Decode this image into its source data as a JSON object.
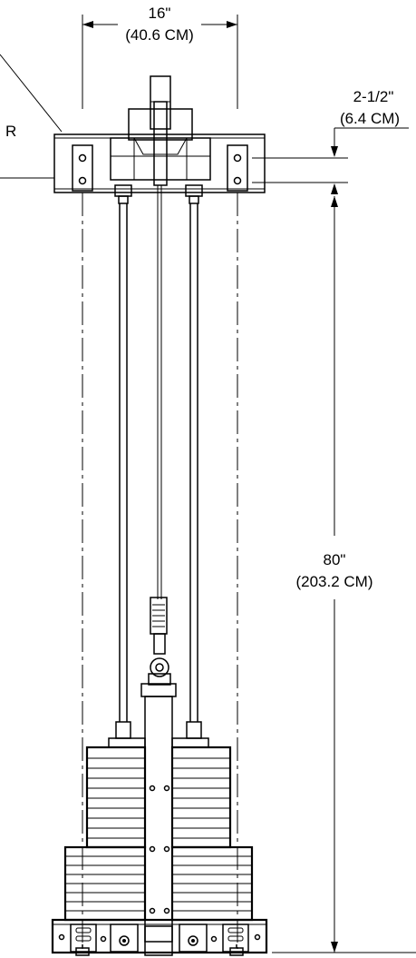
{
  "drawing": {
    "title": "",
    "dimensions": {
      "width_in": "16\"",
      "width_cm": "(40.6 CM)",
      "offset_in": "2-1/2\"",
      "offset_cm": "(6.4 CM)",
      "height_in": "80\"",
      "height_cm": "(203.2 CM)"
    },
    "callouts": {
      "partial_label": "R"
    },
    "colors": {
      "line": "#000000",
      "background": "#ffffff"
    }
  }
}
